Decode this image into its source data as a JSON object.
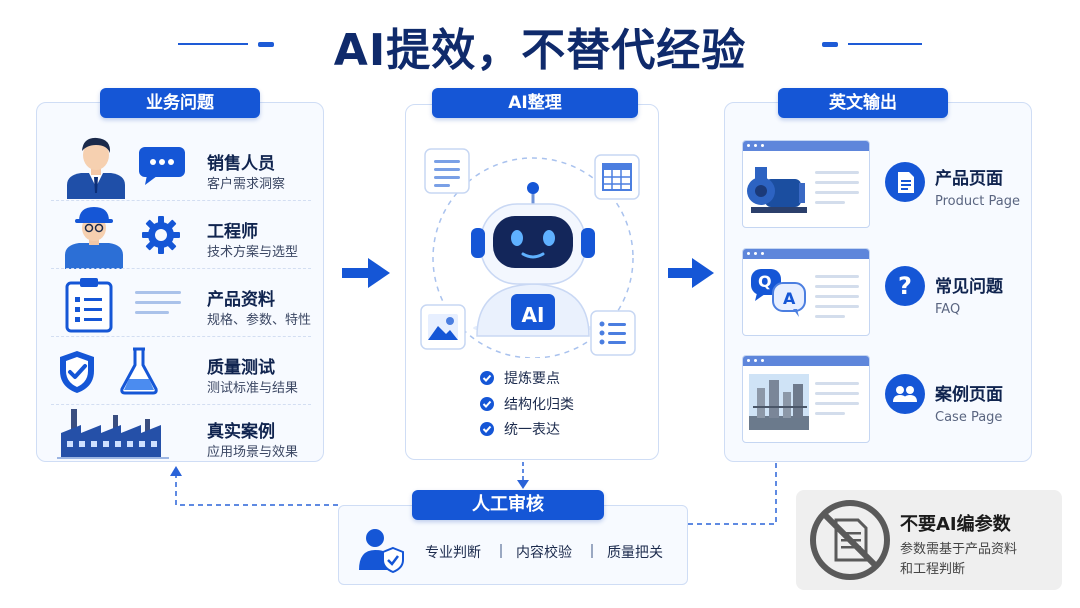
{
  "title": "AI提效，不替代经验",
  "panels": {
    "business": {
      "header": "业务问题",
      "items": [
        {
          "title": "销售人员",
          "desc": "客户需求洞察"
        },
        {
          "title": "工程师",
          "desc": "技术方案与选型"
        },
        {
          "title": "产品资料",
          "desc": "规格、参数、特性"
        },
        {
          "title": "质量测试",
          "desc": "测试标准与结果"
        },
        {
          "title": "真实案例",
          "desc": "应用场景与效果"
        }
      ]
    },
    "ai": {
      "header": "AI整理",
      "robot_badge": "AI",
      "checks": [
        "提炼要点",
        "结构化归类",
        "统一表达"
      ]
    },
    "output": {
      "header": "英文输出",
      "items": [
        {
          "title": "产品页面",
          "desc": "Product Page"
        },
        {
          "title": "常见问题",
          "desc": "FAQ"
        },
        {
          "title": "案例页面",
          "desc": "Case Page"
        }
      ],
      "qa_q": "Q",
      "qa_a": "A"
    }
  },
  "review": {
    "header": "人工审核",
    "items": [
      "专业判断",
      "内容校验",
      "质量把关"
    ]
  },
  "note": {
    "title": "不要AI编参数",
    "line1": "参数需基于产品资料",
    "line2": "和工程判断"
  },
  "colors": {
    "primary": "#1556d6",
    "title": "#0f2a6b",
    "panel_bg": "#f7faff"
  }
}
